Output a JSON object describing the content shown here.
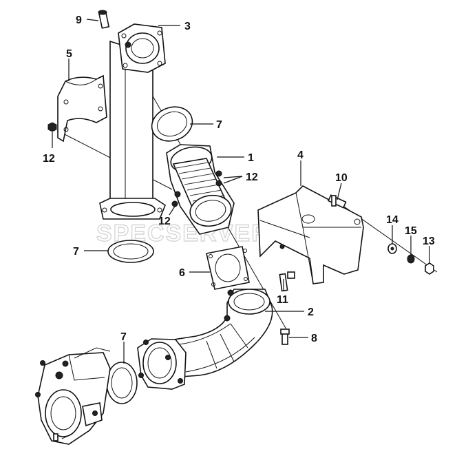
{
  "watermark": "SPECSERVER.COM",
  "callouts": {
    "c9": "9",
    "c3": "3",
    "c5": "5",
    "c7a": "7",
    "c12a": "12",
    "c1": "1",
    "c4": "4",
    "c12b": "12",
    "c10": "10",
    "c12c": "12",
    "c14": "14",
    "c15": "15",
    "c13": "13",
    "c7b": "7",
    "c6": "6",
    "c11": "11",
    "c2": "2",
    "c7c": "7",
    "c8": "8"
  }
}
